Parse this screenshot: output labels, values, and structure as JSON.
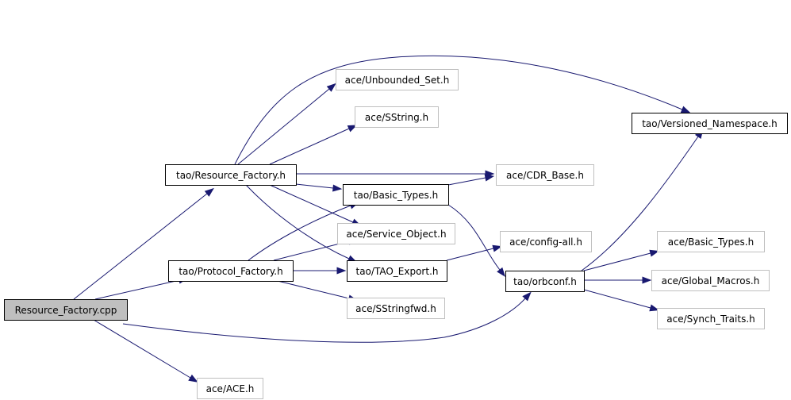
{
  "colors": {
    "edge": "#191970",
    "root_fill": "#bfbfbf",
    "node_border": "#000000",
    "missing_border": "#bfbfbf",
    "node_fill": "#ffffff"
  },
  "nodes": [
    {
      "id": "resource_factory_cpp",
      "label": "Resource_Factory.cpp",
      "kind": "root"
    },
    {
      "id": "tao_resource_factory_h",
      "label": "tao/Resource_Factory.h",
      "kind": "normal"
    },
    {
      "id": "tao_protocol_factory_h",
      "label": "tao/Protocol_Factory.h",
      "kind": "normal"
    },
    {
      "id": "tao_basic_types_h",
      "label": "tao/Basic_Types.h",
      "kind": "normal"
    },
    {
      "id": "tao_tao_export_h",
      "label": "tao/TAO_Export.h",
      "kind": "normal"
    },
    {
      "id": "tao_orbconf_h",
      "label": "tao/orbconf.h",
      "kind": "normal"
    },
    {
      "id": "tao_versioned_namespace_h",
      "label": "tao/Versioned_Namespace.h",
      "kind": "normal"
    },
    {
      "id": "ace_unbounded_set_h",
      "label": "ace/Unbounded_Set.h",
      "kind": "missing"
    },
    {
      "id": "ace_sstring_h",
      "label": "ace/SString.h",
      "kind": "missing"
    },
    {
      "id": "ace_cdr_base_h",
      "label": "ace/CDR_Base.h",
      "kind": "missing"
    },
    {
      "id": "ace_service_object_h",
      "label": "ace/Service_Object.h",
      "kind": "missing"
    },
    {
      "id": "ace_config_all_h",
      "label": "ace/config-all.h",
      "kind": "missing"
    },
    {
      "id": "ace_sstringfwd_h",
      "label": "ace/SStringfwd.h",
      "kind": "missing"
    },
    {
      "id": "ace_basic_types_h",
      "label": "ace/Basic_Types.h",
      "kind": "missing"
    },
    {
      "id": "ace_global_macros_h",
      "label": "ace/Global_Macros.h",
      "kind": "missing"
    },
    {
      "id": "ace_synch_traits_h",
      "label": "ace/Synch_Traits.h",
      "kind": "missing"
    },
    {
      "id": "ace_ace_h",
      "label": "ace/ACE.h",
      "kind": "missing"
    }
  ],
  "edges": [
    {
      "from": "resource_factory_cpp",
      "to": "tao_resource_factory_h"
    },
    {
      "from": "resource_factory_cpp",
      "to": "tao_protocol_factory_h"
    },
    {
      "from": "resource_factory_cpp",
      "to": "tao_orbconf_h"
    },
    {
      "from": "resource_factory_cpp",
      "to": "ace_ace_h"
    },
    {
      "from": "tao_resource_factory_h",
      "to": "ace_unbounded_set_h"
    },
    {
      "from": "tao_resource_factory_h",
      "to": "ace_sstring_h"
    },
    {
      "from": "tao_resource_factory_h",
      "to": "tao_versioned_namespace_h"
    },
    {
      "from": "tao_resource_factory_h",
      "to": "ace_cdr_base_h"
    },
    {
      "from": "tao_resource_factory_h",
      "to": "tao_basic_types_h"
    },
    {
      "from": "tao_resource_factory_h",
      "to": "ace_service_object_h"
    },
    {
      "from": "tao_resource_factory_h",
      "to": "tao_tao_export_h"
    },
    {
      "from": "tao_protocol_factory_h",
      "to": "tao_basic_types_h"
    },
    {
      "from": "tao_protocol_factory_h",
      "to": "ace_service_object_h"
    },
    {
      "from": "tao_protocol_factory_h",
      "to": "tao_tao_export_h"
    },
    {
      "from": "tao_protocol_factory_h",
      "to": "ace_sstringfwd_h"
    },
    {
      "from": "tao_basic_types_h",
      "to": "ace_cdr_base_h"
    },
    {
      "from": "tao_basic_types_h",
      "to": "tao_orbconf_h"
    },
    {
      "from": "tao_tao_export_h",
      "to": "ace_config_all_h"
    },
    {
      "from": "tao_orbconf_h",
      "to": "tao_versioned_namespace_h"
    },
    {
      "from": "tao_orbconf_h",
      "to": "ace_basic_types_h"
    },
    {
      "from": "tao_orbconf_h",
      "to": "ace_global_macros_h"
    },
    {
      "from": "tao_orbconf_h",
      "to": "ace_synch_traits_h"
    }
  ]
}
